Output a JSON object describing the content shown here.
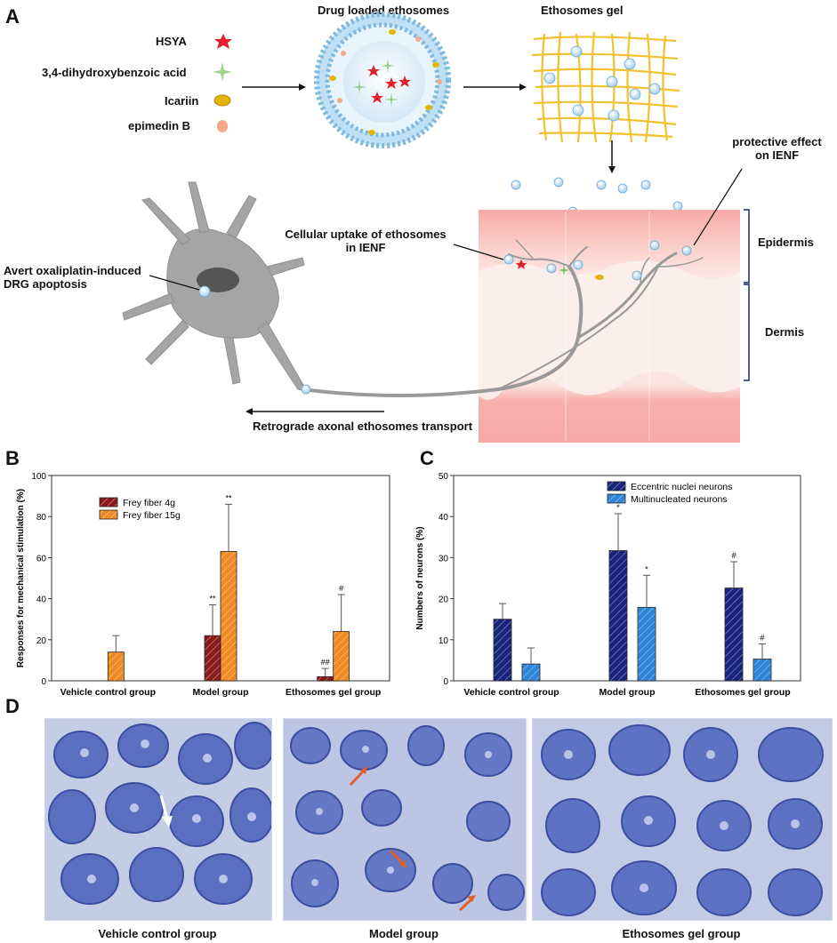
{
  "panel_a": {
    "letter": "A",
    "legend": [
      {
        "label": "HSYA",
        "icon": "red-star-icon"
      },
      {
        "label": "3,4-dihydroxybenzoic acid",
        "icon": "green-sparkle-icon"
      },
      {
        "label": "Icariin",
        "icon": "yellow-blob-icon"
      },
      {
        "label": "epimedin B",
        "icon": "orange-dot-icon"
      }
    ],
    "title_ethosome": "Drug loaded ethosomes",
    "title_gel": "Ethosomes  gel",
    "protective_effect": "protective effect\non IENF",
    "cellular_uptake": "Cellular uptake of  ethosomes\nin IENF",
    "avert": "Avert oxaliplatin-induced\nDRG apoptosis",
    "retrograde": "Retrograde  axonal ethosomes transport",
    "epidermis": "Epidermis",
    "dermis": "Dermis",
    "colors": {
      "skin_top": "#f7b7b3",
      "skin_mid": "#fbe7e2",
      "neuron": "#9a9a9a",
      "gel_grid": "#f2c12e",
      "vesicle": "#a6d3ee"
    }
  },
  "panel_b": {
    "letter": "B",
    "chart_data": {
      "type": "bar",
      "categories": [
        "Vehicle control group",
        "Model group",
        "Ethosomes gel group"
      ],
      "series": [
        {
          "name": "Frey fiber 4g",
          "values": [
            0,
            22,
            2
          ],
          "errors": [
            0,
            15,
            4
          ],
          "annotations": [
            "",
            "**",
            "##"
          ],
          "color": "#8b1a1a"
        },
        {
          "name": "Frey fiber 15g",
          "values": [
            14,
            63,
            24
          ],
          "errors": [
            8,
            23,
            18
          ],
          "annotations": [
            "",
            "**",
            "#"
          ],
          "color": "#f08a24"
        }
      ],
      "ylabel": "Responses for mechanical stimulation  (%)",
      "ylim": [
        0,
        100
      ],
      "yticks": [
        "0",
        "20",
        "40",
        "60",
        "80",
        "100"
      ],
      "legend": "top-left"
    }
  },
  "panel_c": {
    "letter": "C",
    "chart_data": {
      "type": "bar",
      "categories": [
        "Vehicle control group",
        "Model group",
        "Ethosomes gel group"
      ],
      "series": [
        {
          "name": "Eccentric nuclei neurons",
          "values": [
            15,
            31.7,
            22.6
          ],
          "errors": [
            3.8,
            9,
            6.4
          ],
          "annotations": [
            "",
            "*",
            "#"
          ],
          "color": "#1a237e"
        },
        {
          "name": "Multinucleated neurons",
          "values": [
            4.1,
            17.9,
            5.3
          ],
          "errors": [
            3.9,
            7.8,
            3.7
          ],
          "annotations": [
            "",
            "*",
            "#"
          ],
          "color": "#2f86d8"
        }
      ],
      "ylabel": "Numbers of neurons  (%)",
      "ylim": [
        0,
        50
      ],
      "yticks": [
        "0",
        "10",
        "20",
        "30",
        "40",
        "50"
      ],
      "legend": "top-right"
    }
  },
  "panel_d": {
    "letter": "D",
    "captions": [
      "Vehicle control group",
      "Model group",
      "Ethosomes gel group"
    ]
  }
}
